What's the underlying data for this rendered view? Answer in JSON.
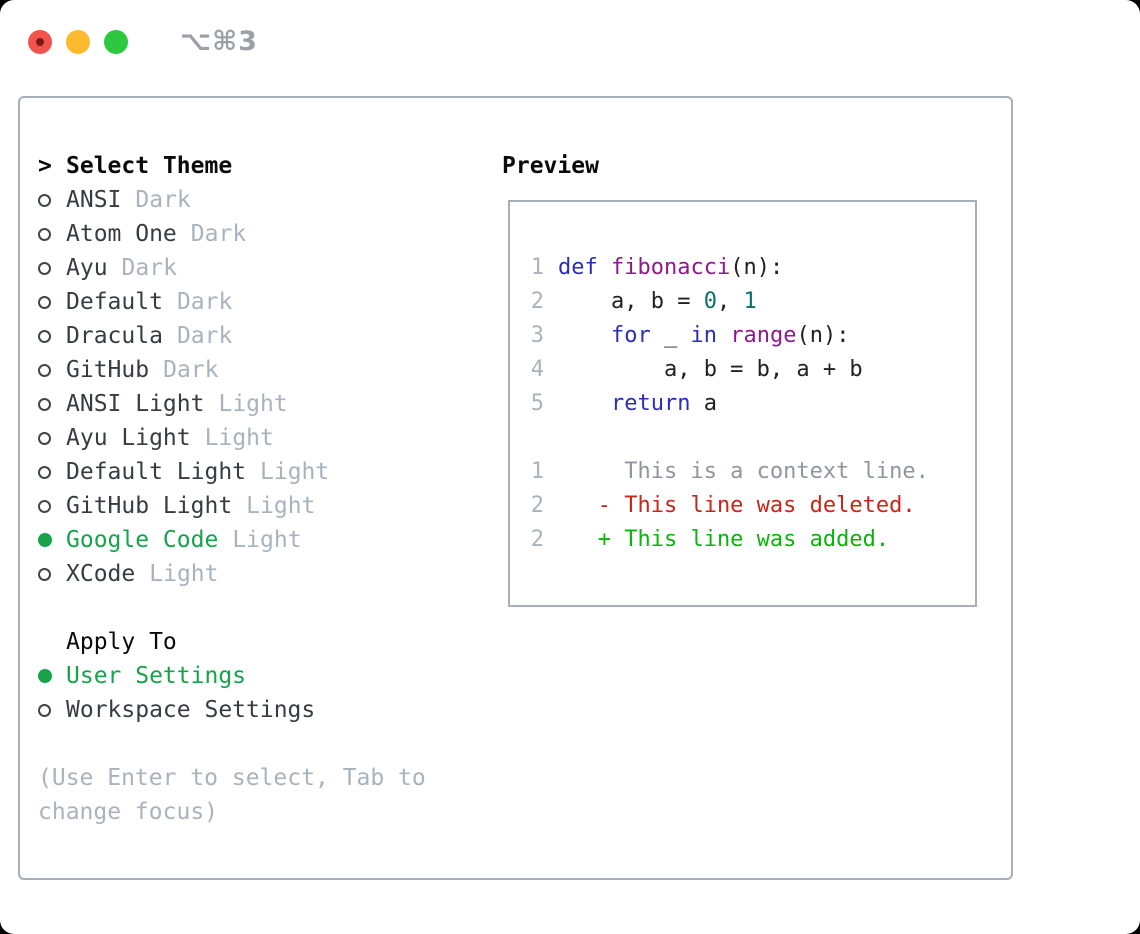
{
  "colors": {
    "border": "#a7afb9",
    "heading": "#0a0a0a",
    "item": "#383c42",
    "muted": "#a9b3bd",
    "green": "#16a34a",
    "ring": "#41464c",
    "keyword": "#2a2eb9",
    "function": "#901890",
    "number": "#0d6e6e",
    "plain": "#202124",
    "context": "#8f969e",
    "deleted": "#c9251a",
    "added": "#0ab40a",
    "titlebar_text": "#9aa0a6",
    "light_red": "#f2544d",
    "light_red_core": "#7e1a12",
    "light_yellow": "#fcbb2f",
    "light_green": "#2bc840"
  },
  "window": {
    "title": "⌥⌘3",
    "traffic_lights": [
      "close",
      "minimize",
      "zoom"
    ]
  },
  "theme_panel": {
    "select_header": {
      "prompt": ">",
      "label": "Select Theme"
    },
    "themes": [
      {
        "name": "ANSI",
        "variant": "Dark",
        "selected": false
      },
      {
        "name": "Atom One",
        "variant": "Dark",
        "selected": false
      },
      {
        "name": "Ayu",
        "variant": "Dark",
        "selected": false
      },
      {
        "name": "Default",
        "variant": "Dark",
        "selected": false
      },
      {
        "name": "Dracula",
        "variant": "Dark",
        "selected": false
      },
      {
        "name": "GitHub",
        "variant": "Dark",
        "selected": false
      },
      {
        "name": "ANSI Light",
        "variant": "Light",
        "selected": false
      },
      {
        "name": "Ayu Light",
        "variant": "Light",
        "selected": false
      },
      {
        "name": "Default Light",
        "variant": "Light",
        "selected": false
      },
      {
        "name": "GitHub Light",
        "variant": "Light",
        "selected": false
      },
      {
        "name": "Google Code",
        "variant": "Light",
        "selected": true
      },
      {
        "name": "XCode",
        "variant": "Light",
        "selected": false
      }
    ],
    "apply_header": "Apply To",
    "apply_options": [
      {
        "name": "User Settings",
        "selected": true
      },
      {
        "name": "Workspace Settings",
        "selected": false
      }
    ],
    "help": [
      "(Use Enter to select, Tab to",
      "change focus)"
    ]
  },
  "preview": {
    "header": "Preview",
    "lines": [
      {
        "num": "1",
        "kind": "code",
        "tokens": [
          {
            "s": "keyword",
            "t": "def"
          },
          {
            "s": "plain",
            "t": " "
          },
          {
            "s": "function",
            "t": "fibonacci"
          },
          {
            "s": "plain",
            "t": "(n):"
          }
        ]
      },
      {
        "num": "2",
        "kind": "code",
        "tokens": [
          {
            "s": "plain",
            "t": "    a, b = "
          },
          {
            "s": "number",
            "t": "0"
          },
          {
            "s": "plain",
            "t": ", "
          },
          {
            "s": "number",
            "t": "1"
          }
        ]
      },
      {
        "num": "3",
        "kind": "code",
        "tokens": [
          {
            "s": "plain",
            "t": "    "
          },
          {
            "s": "keyword",
            "t": "for"
          },
          {
            "s": "plain",
            "t": " _ "
          },
          {
            "s": "keyword",
            "t": "in"
          },
          {
            "s": "plain",
            "t": " "
          },
          {
            "s": "function",
            "t": "range"
          },
          {
            "s": "plain",
            "t": "(n):"
          }
        ]
      },
      {
        "num": "4",
        "kind": "code",
        "tokens": [
          {
            "s": "plain",
            "t": "        a, b = b, a + b"
          }
        ]
      },
      {
        "num": "5",
        "kind": "code",
        "tokens": [
          {
            "s": "plain",
            "t": "    "
          },
          {
            "s": "keyword",
            "t": "return"
          },
          {
            "s": "plain",
            "t": " a"
          }
        ]
      },
      {
        "blank": true
      },
      {
        "num": "1",
        "kind": "context",
        "tokens": [
          {
            "s": "context",
            "t": "     This is a context line."
          }
        ]
      },
      {
        "num": "2",
        "kind": "deleted",
        "tokens": [
          {
            "s": "deleted",
            "t": "   - This line was deleted."
          }
        ]
      },
      {
        "num": "2",
        "kind": "added",
        "tokens": [
          {
            "s": "added",
            "t": "   + This line was added."
          }
        ]
      }
    ]
  }
}
